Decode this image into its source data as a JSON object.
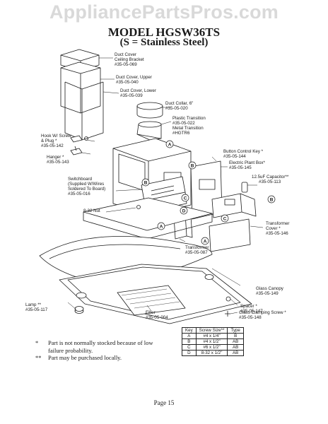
{
  "watermark": "AppliancePartsPros.com",
  "title": "MODEL HGSW36TS",
  "subtitle": "(S = Stainless Steel)",
  "labels": {
    "ceiling_bracket": [
      "Duct Cover",
      "Ceiling Bracket",
      "#35-05-069"
    ],
    "duct_upper": [
      "Duct Cover, Upper",
      "#35-05-040"
    ],
    "duct_lower": [
      "Duct Cover, Lower",
      "#35-05-039"
    ],
    "duct_collar": [
      "Duct Collar, 6\"",
      "#35-05-020"
    ],
    "plastic_transition": [
      "Plastic Transition",
      "#35-05-022"
    ],
    "metal_transition": [
      "Metal Transition",
      "#HGTR6"
    ],
    "hook": [
      "Hook W/ Screw",
      "& Plug *",
      "#35-05-142"
    ],
    "hanger": [
      "Hanger *",
      "#35-05-143"
    ],
    "button_key": [
      "Button Control Key *",
      "#35-05-144"
    ],
    "plant_box": [
      "Electric Plant Box*",
      "#35-05-145"
    ],
    "capacitor": [
      "12.5uF Capacitor**",
      "#35-05-113"
    ],
    "switchboard": [
      "Switchboard",
      "(Supplied W/Wires",
      "Soldered To Board)",
      "#35-05-016"
    ],
    "nut": [
      "8-32 Nut"
    ],
    "transformer": [
      "Transformer",
      "#35-05-087"
    ],
    "transformer_cover": [
      "Transformer",
      "Cover *",
      "#35-05-146"
    ],
    "glass_canopy": [
      "Glass Canopy",
      "#35-05-149"
    ],
    "lamp": [
      "Lamp **",
      "#35-05-117"
    ],
    "filter": [
      "Filter",
      "#35-05-004"
    ],
    "spacer": [
      "Spacer *",
      "#35-05-147"
    ],
    "glass_screw": [
      "Glass Clamping Screw *",
      "#35-05-148"
    ]
  },
  "callouts": [
    "A",
    "B",
    "B",
    "C",
    "D",
    "A",
    "B",
    "C",
    "A"
  ],
  "key_table": {
    "headers": [
      "Key",
      "Screw Size**",
      "Type"
    ],
    "rows": [
      [
        "A",
        "#4 x 1/4\"",
        "B"
      ],
      [
        "B",
        "#4 x 1/2\"",
        "AB"
      ],
      [
        "C",
        "#6 x 1/2\"",
        "AB"
      ],
      [
        "D",
        "8-32 x 1/2\"",
        "AB"
      ]
    ]
  },
  "notes": [
    {
      "symbol": "*",
      "lines": [
        "Part is not normally stocked because of low",
        "failure probability."
      ]
    },
    {
      "symbol": "**",
      "lines": [
        "Part may be purchased locally."
      ]
    }
  ],
  "page_label": "Page 15"
}
